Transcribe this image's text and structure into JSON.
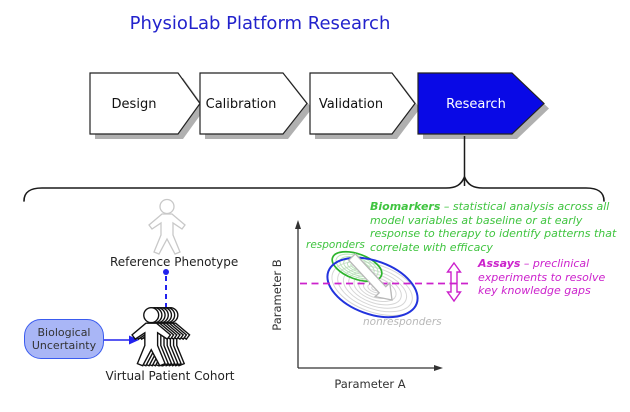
{
  "title": "PhysioLab Platform Research",
  "flow": {
    "steps": [
      {
        "label": "Design",
        "active": false
      },
      {
        "label": "Calibration",
        "active": false
      },
      {
        "label": "Validation",
        "active": false
      },
      {
        "label": "Research",
        "active": true
      }
    ]
  },
  "cohort_panel": {
    "reference_label": "Reference Phenotype",
    "cohort_label": "Virtual Patient Cohort",
    "uncertainty": {
      "line1": "Biological",
      "line2": "Uncertainty"
    }
  },
  "plot": {
    "x_axis_label": "Parameter A",
    "y_axis_label": "Parameter B",
    "responders_label": "responders",
    "nonresponders_label": "nonresponders"
  },
  "annotations": {
    "biomarkers": {
      "term": "Biomarkers",
      "line1_rest": " – statistical analysis across all",
      "line2": "model variables at baseline or at early",
      "line3": "response to therapy to identify patterns that",
      "line4": "correlate with efficacy"
    },
    "assays": {
      "term": "Assays",
      "line1_rest": " – preclinical",
      "line2": "experiments to resolve",
      "line3": "key knowledge gaps"
    }
  },
  "colors": {
    "title_blue": "#2222cc",
    "research_fill": "#0909e6",
    "green_text": "#3fc43f",
    "magenta": "#cc22cc",
    "ellipse_blue": "#2233dd",
    "bubble_fill": "#a9b6f6",
    "bubble_border": "#3a5bef",
    "link_blue": "#2222ee",
    "shadow_gray": "#b0b0b0"
  }
}
